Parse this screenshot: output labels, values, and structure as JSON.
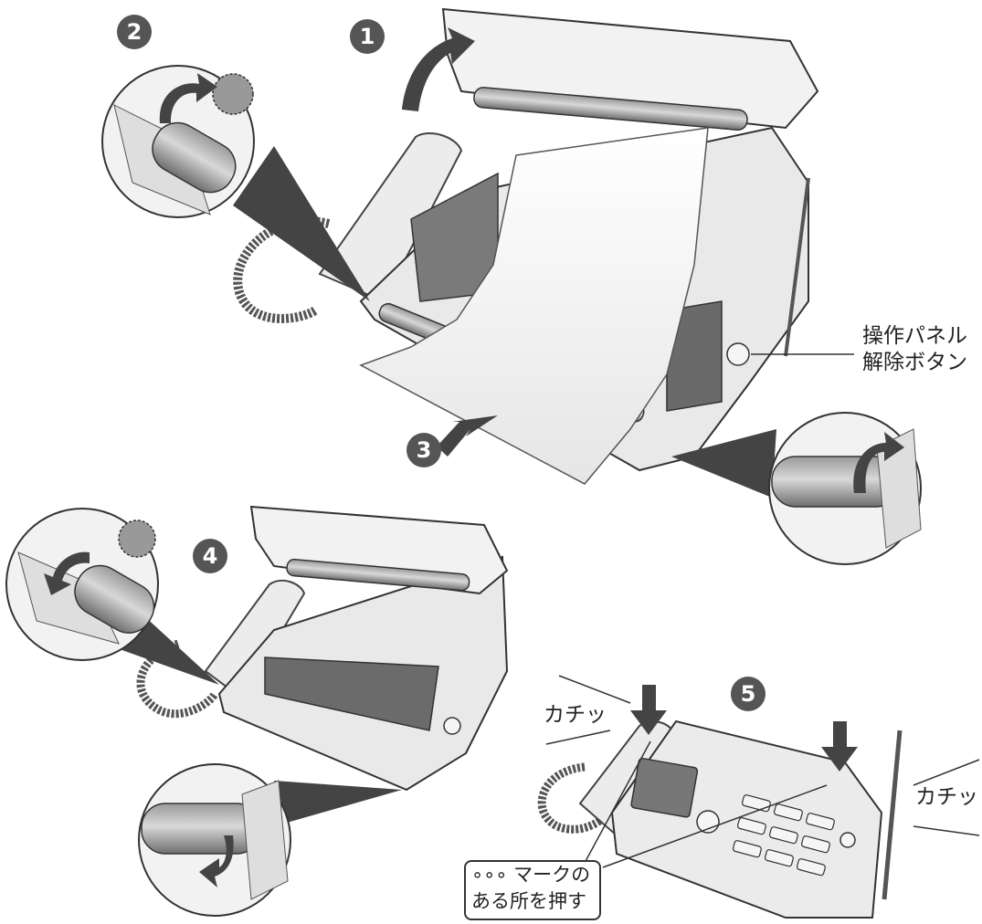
{
  "steps": {
    "s1": "1",
    "s2": "2",
    "s3": "3",
    "s4": "4",
    "s5": "5"
  },
  "labels": {
    "panel_release_line1": "操作パネル",
    "panel_release_line2": "解除ボタン",
    "click_left": "カチッ",
    "click_right": "カチッ",
    "press_mark_line1": "∘∘∘ マークの",
    "press_mark_line2": "ある所を押す"
  },
  "colors": {
    "badge": "#555555",
    "line": "#333333",
    "paper": "#f4f4f4",
    "body": "#e8e8e8",
    "dark": "#5a5a5a"
  }
}
